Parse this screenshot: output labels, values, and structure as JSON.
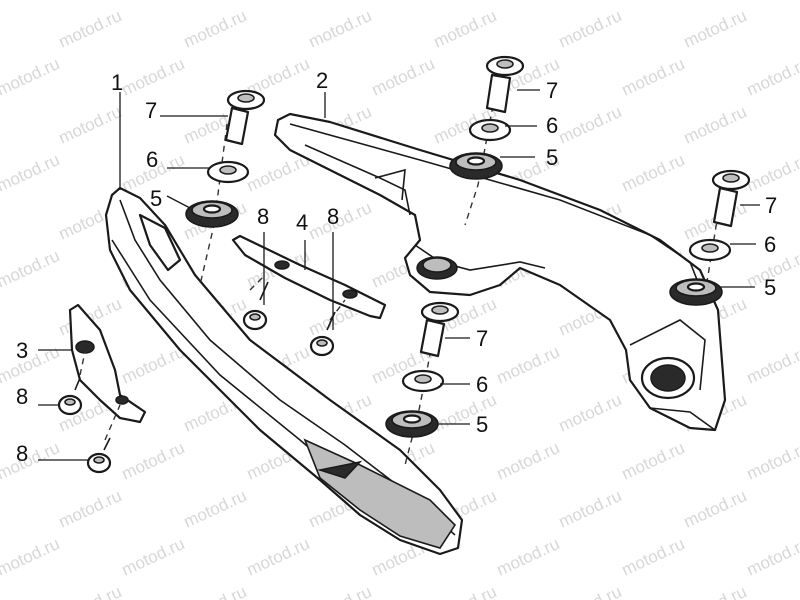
{
  "watermark": "motod.ru",
  "callouts": {
    "c1": "1",
    "c2": "2",
    "c3": "3",
    "c4": "4",
    "c5a": "5",
    "c5b": "5",
    "c5c": "5",
    "c5d": "5",
    "c6a": "6",
    "c6b": "6",
    "c6c": "6",
    "c6d": "6",
    "c7a": "7",
    "c7b": "7",
    "c7c": "7",
    "c7d": "7",
    "c8a": "8",
    "c8b": "8",
    "c8c": "8",
    "c8d": "8"
  }
}
